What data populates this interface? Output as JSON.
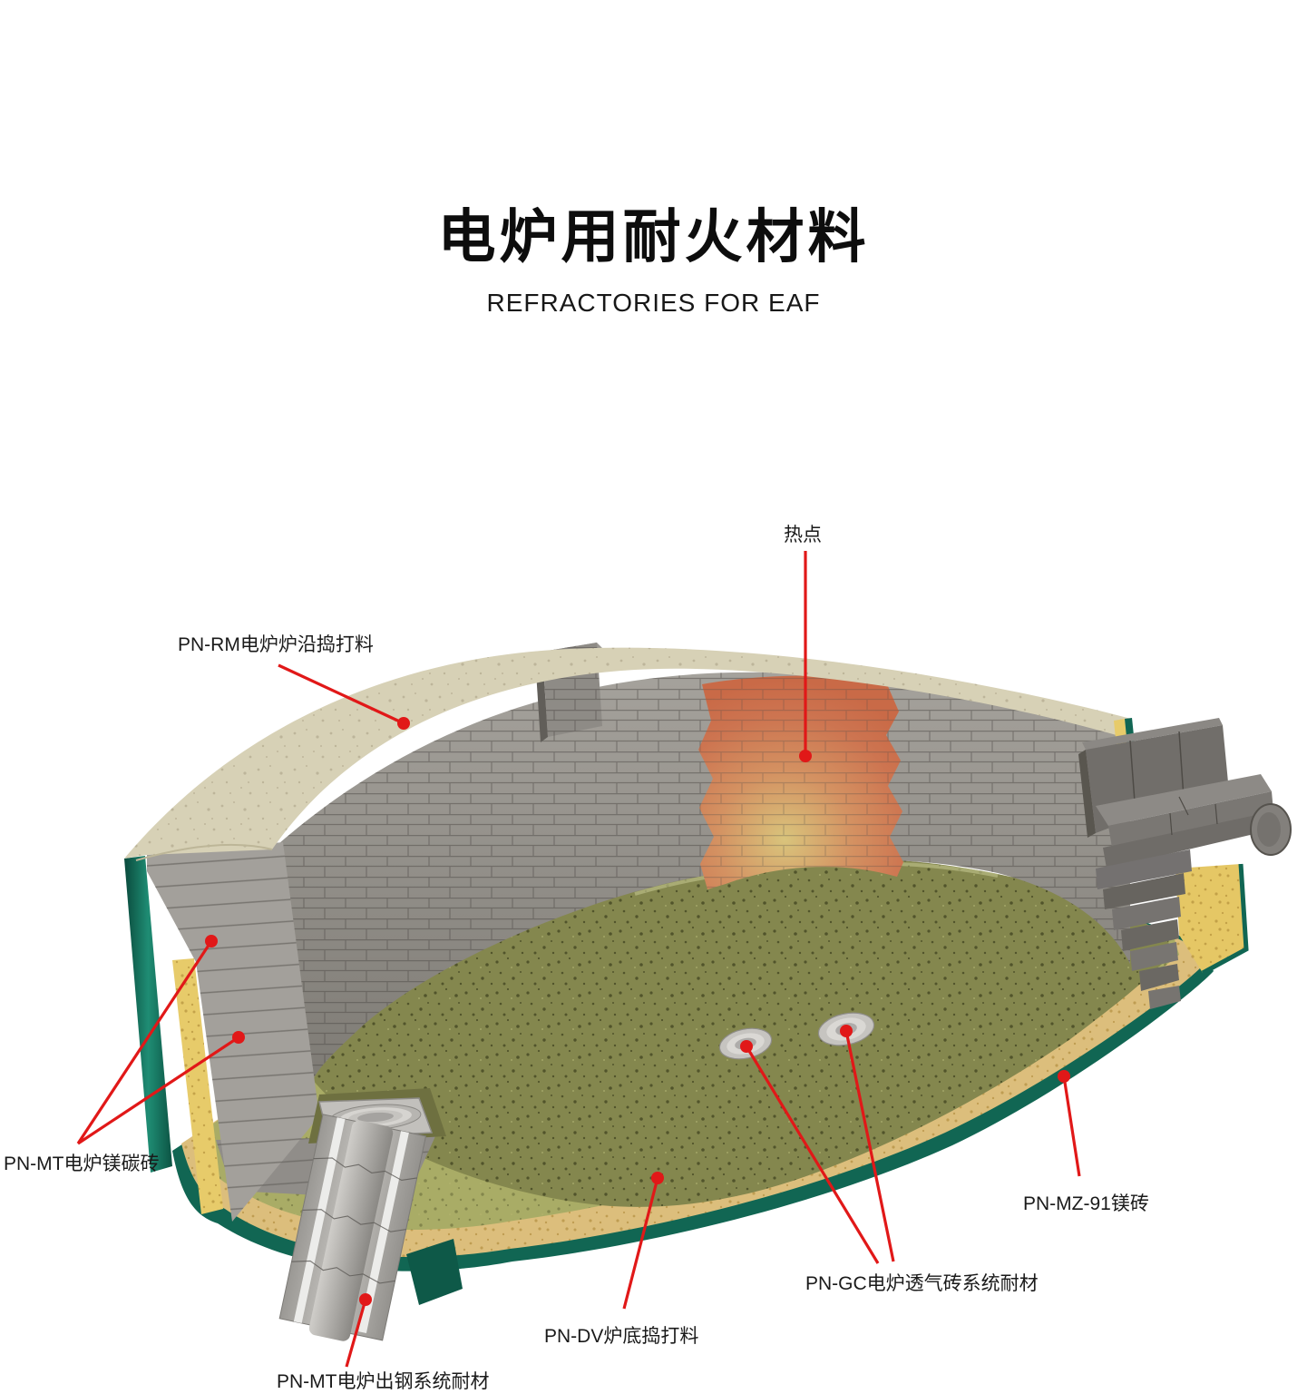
{
  "title": "电炉用耐火材料",
  "subtitle": "REFRACTORIES FOR EAF",
  "labels": {
    "hotspot": "热点",
    "rim_ramming": "PN-RM电炉炉沿捣打料",
    "mgc_brick": "PN-MT电炉镁碳砖",
    "mz91_brick": "PN-MZ-91镁砖",
    "gas_purging": "PN-GC电炉透气砖系统耐材",
    "bottom_ramming": "PN-DV炉底捣打料",
    "tapping_system": "PN-MT电炉出钢系统耐材"
  },
  "colors": {
    "leader": "#e11818",
    "text": "#1a1a1a",
    "shell_teal": "#116653",
    "insulation_yellow": "#e7cb6a",
    "brick_gray": "#95928e",
    "rim_beige": "#d7d1b6",
    "hearth_olive": "#84874e",
    "hearth_light": "#a9ac66",
    "under_gold": "#dcbe7c",
    "hotspot_orange": "#cd7450",
    "hotspot_glow": "#d9c47c"
  }
}
